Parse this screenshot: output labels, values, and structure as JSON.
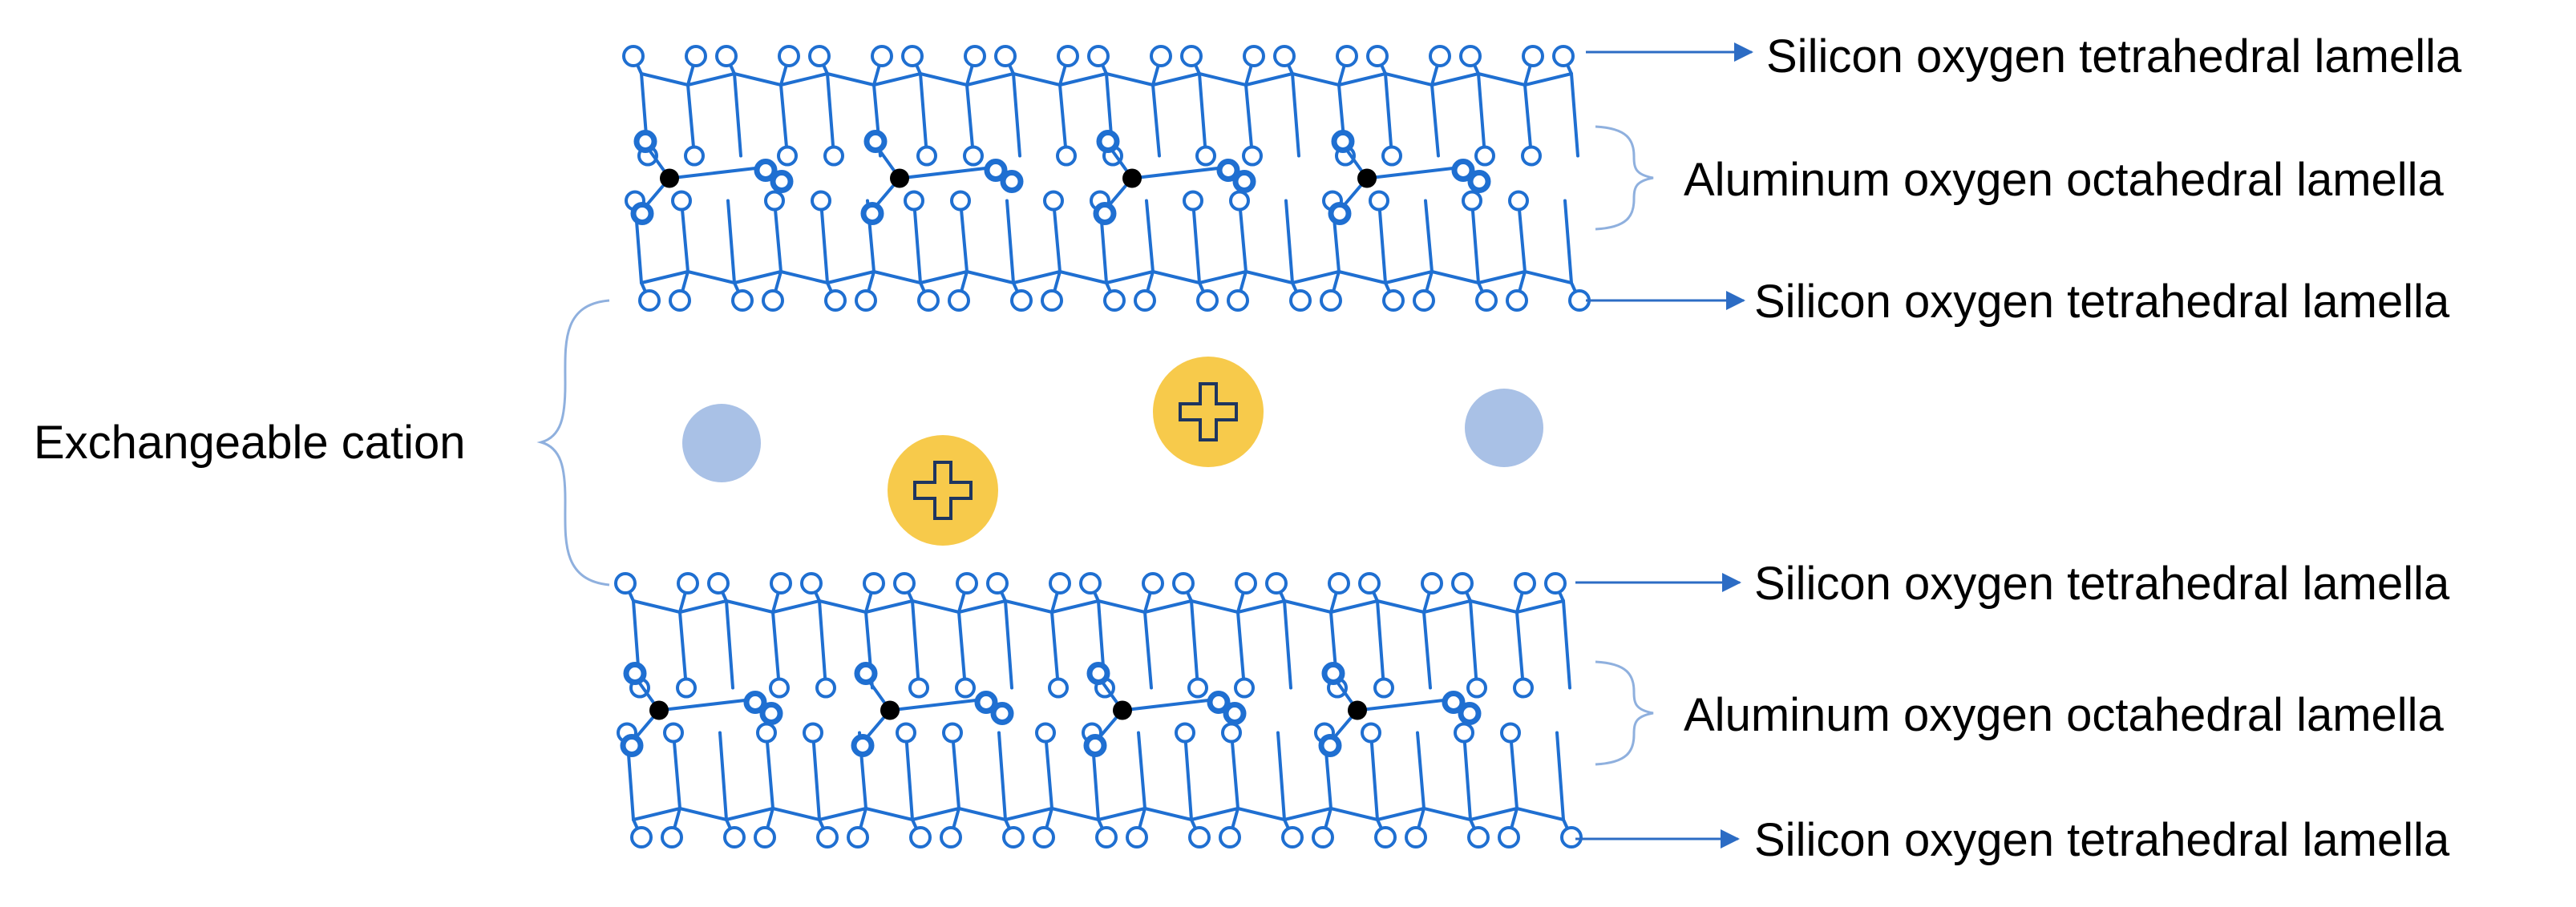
{
  "labels": {
    "si_top_1": "Silicon oxygen tetrahedral lamella",
    "al_top": "Aluminum oxygen octahedral lamella",
    "si_top_2": "Silicon oxygen tetrahedral lamella",
    "exchange": "Exchangeable cation",
    "si_bot_1": "Silicon oxygen tetrahedral lamella",
    "al_bot": "Aluminum oxygen octahedral lamella",
    "si_bot_2": "Silicon oxygen tetrahedral lamella"
  },
  "colors": {
    "structure": "#1f6fd1",
    "cation_blue": "#a9c1e6",
    "cation_yellow": "#f7ca4b",
    "plus_stroke": "#1e3560",
    "aluminum_atom": "#000000",
    "brace": "#8fb0de",
    "arrow": "#2c6cc4"
  },
  "cations": [
    {
      "type": "plain",
      "color": "blue"
    },
    {
      "type": "charged",
      "symbol": "plus",
      "color": "yellow"
    },
    {
      "type": "charged",
      "symbol": "plus",
      "color": "yellow"
    },
    {
      "type": "plain",
      "color": "blue"
    }
  ]
}
